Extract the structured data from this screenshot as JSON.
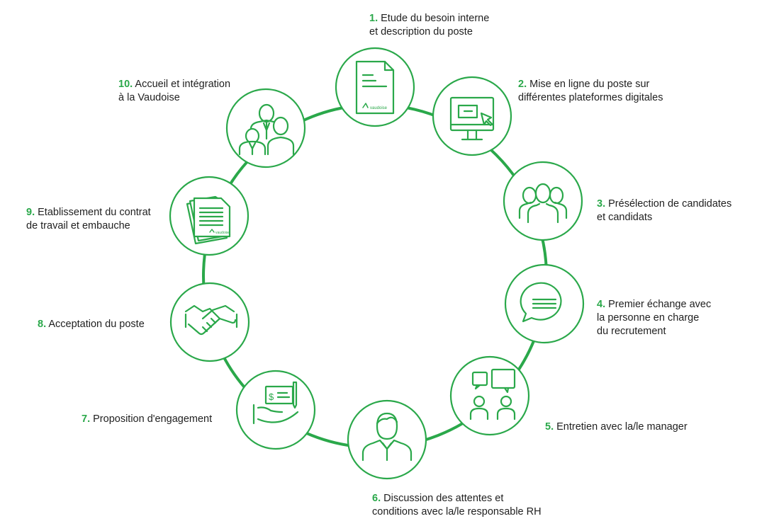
{
  "colors": {
    "accent": "#2aa84a",
    "text": "#1f1f1f",
    "background": "#ffffff"
  },
  "steps": [
    {
      "num": "1.",
      "line1": "Etude du besoin interne",
      "line2": "et description du poste",
      "line3": "",
      "icon": "document-icon",
      "logo": "vaudoise"
    },
    {
      "num": "2.",
      "line1": "Mise en ligne du poste sur",
      "line2": "différentes plateformes digitales",
      "line3": "",
      "icon": "computer-monitor-icon"
    },
    {
      "num": "3.",
      "line1": "Présélection de candidates",
      "line2": "et candidats",
      "line3": "",
      "icon": "people-group-icon"
    },
    {
      "num": "4.",
      "line1": "Premier échange avec",
      "line2": "la personne en charge",
      "line3": "du recrutement",
      "icon": "speech-bubble-icon"
    },
    {
      "num": "5.",
      "line1": "Entretien avec la/le manager",
      "line2": "",
      "line3": "",
      "icon": "interview-chat-icon"
    },
    {
      "num": "6.",
      "line1": "Discussion des attentes et",
      "line2": "conditions avec la/le responsable RH",
      "line3": "",
      "icon": "manager-person-icon"
    },
    {
      "num": "7.",
      "line1": "Proposition d'engagement",
      "line2": "",
      "line3": "",
      "icon": "cheque-hand-icon"
    },
    {
      "num": "8.",
      "line1": "Acceptation du poste",
      "line2": "",
      "line3": "",
      "icon": "handshake-icon"
    },
    {
      "num": "9.",
      "line1": "Etablissement du contrat",
      "line2": "de travail et embauche",
      "line3": "",
      "icon": "contract-documents-icon",
      "logo": "vaudoise"
    },
    {
      "num": "10.",
      "line1": "Accueil et intégration",
      "line2": "à la Vaudoise",
      "line3": "",
      "icon": "team-welcome-icon"
    }
  ]
}
